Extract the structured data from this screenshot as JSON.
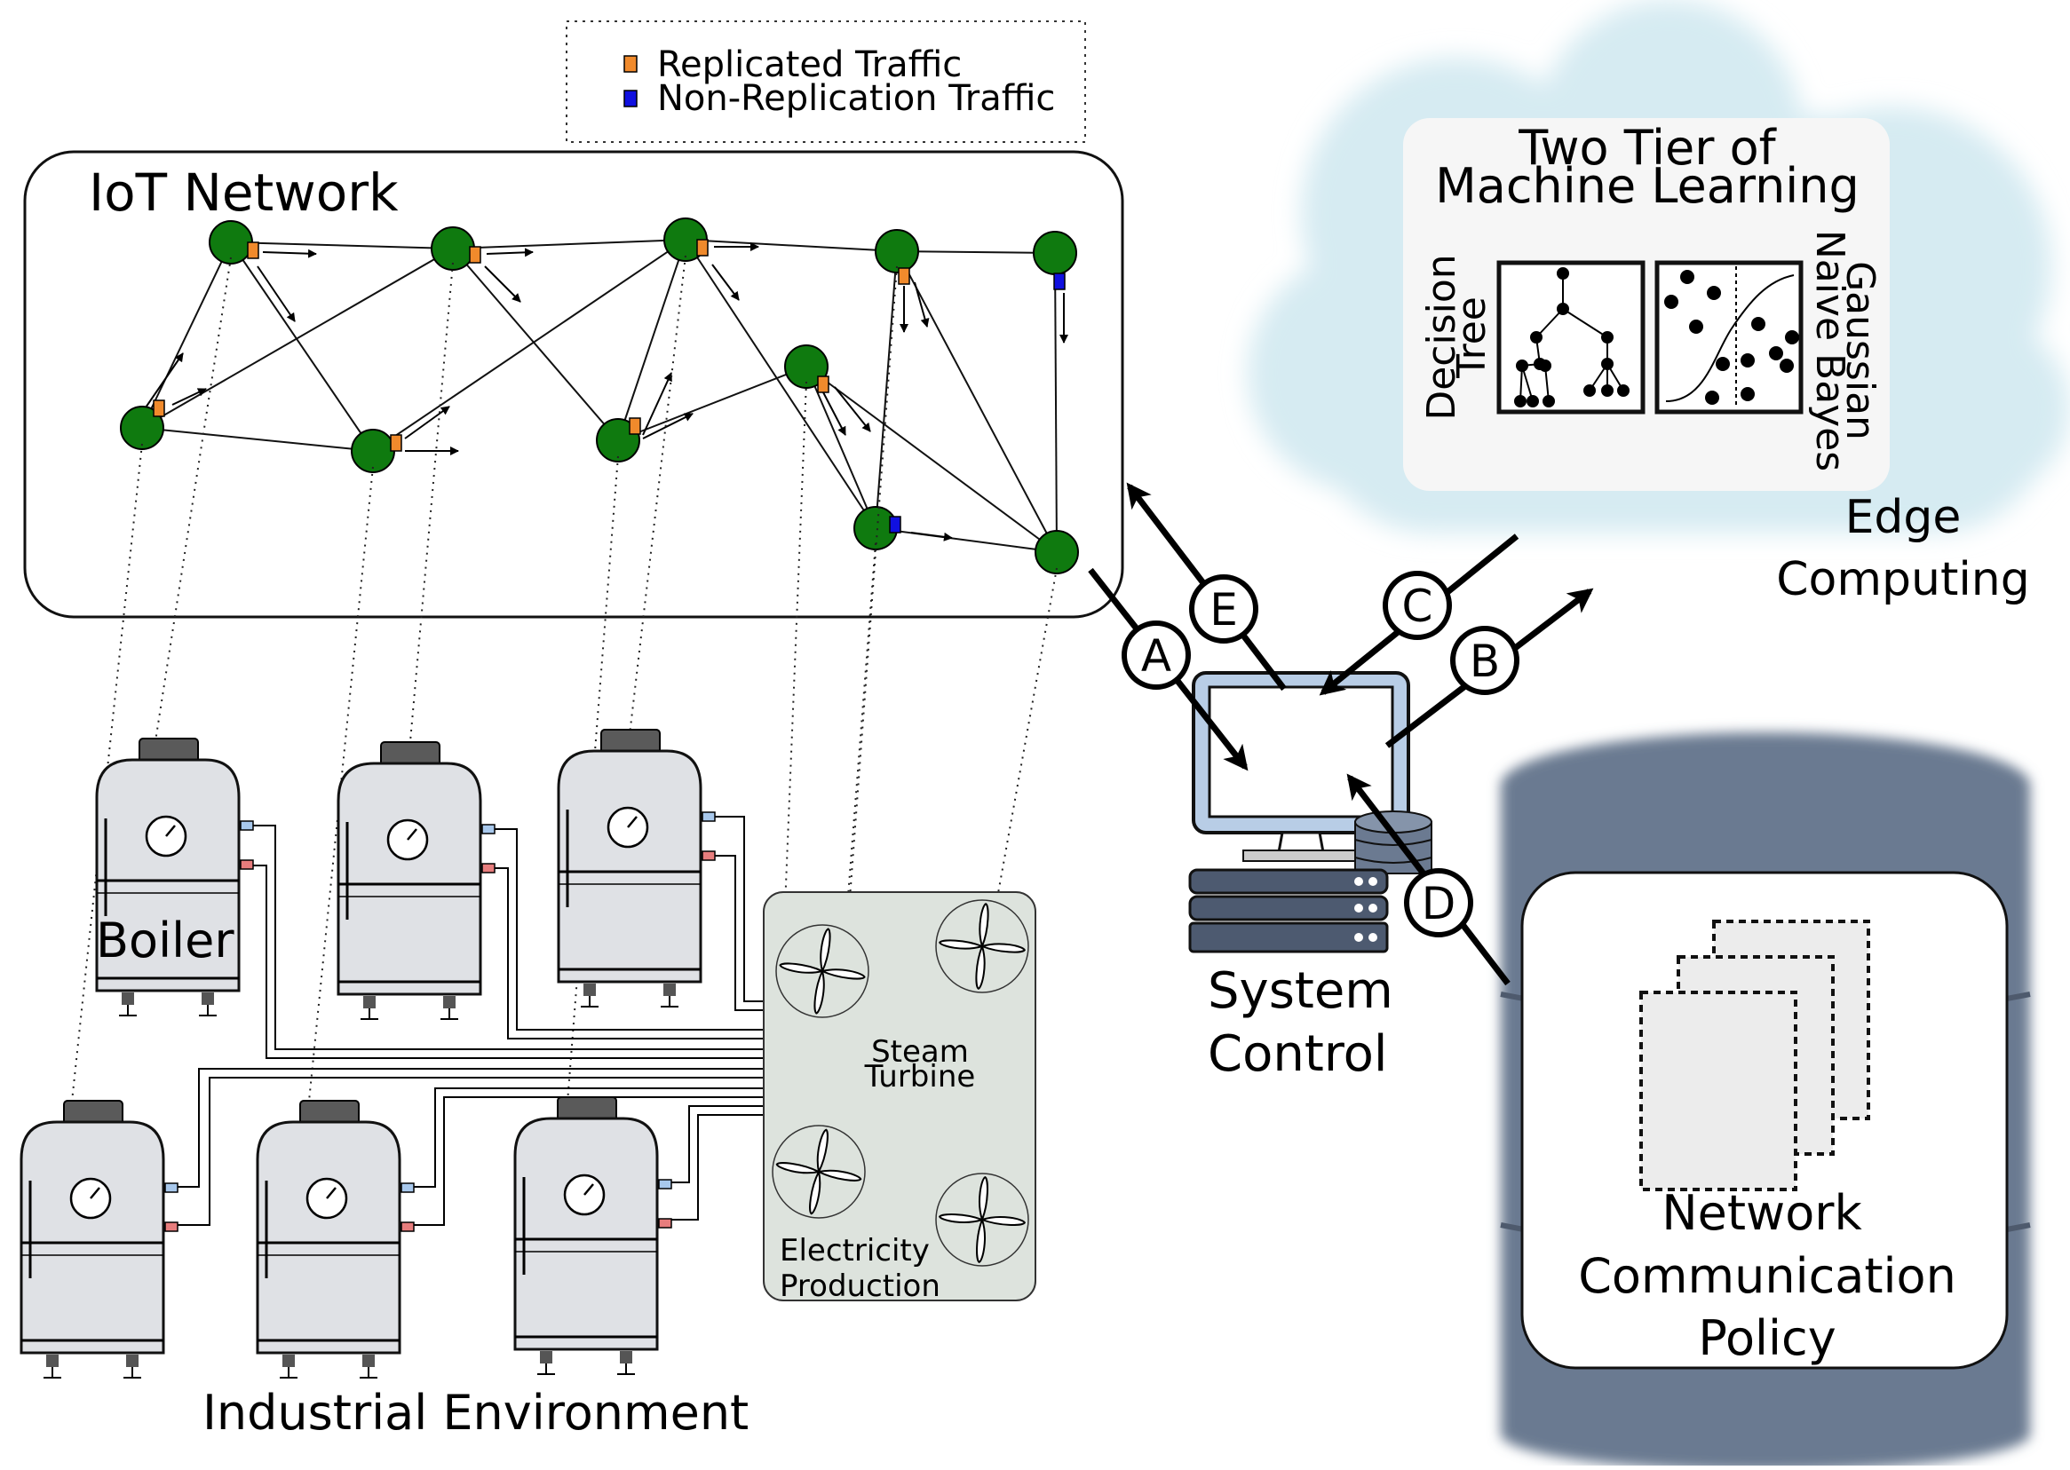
{
  "legend": {
    "replicated": "Replicated Traffic",
    "non_replication": "Non-Replication Traffic"
  },
  "iot_network": {
    "title": "IoT Network"
  },
  "ml": {
    "title_line1": "Two Tier of",
    "title_line2": "Machine Learning",
    "dt_line1": "Decision",
    "dt_line2": "Tree",
    "gnb_line1": "Gaussian",
    "gnb_line2": "Naive Bayes"
  },
  "edge": {
    "line1": "Edge",
    "line2": "Computing"
  },
  "system_control": {
    "line1": "System",
    "line2": "Control"
  },
  "policy": {
    "line1": "Network",
    "line2": "Communication",
    "line3": "Policy"
  },
  "boiler_label": "Boiler",
  "turbine": {
    "steam_line1": "Steam",
    "steam_line2": "Turbine",
    "elec_line1": "Electricity",
    "elec_line2": "Production"
  },
  "environment_label": "Industrial Environment",
  "flows": [
    "A",
    "B",
    "C",
    "D",
    "E"
  ],
  "colors": {
    "node": "#0f7a0f",
    "replicated": "#f08a2c",
    "non_replication": "#1010e0",
    "cloud": "#d6ebf2",
    "cylinder": "#6b7a91",
    "boiler": "#dfe1e5",
    "turbine_panel": "#dde3dd"
  }
}
